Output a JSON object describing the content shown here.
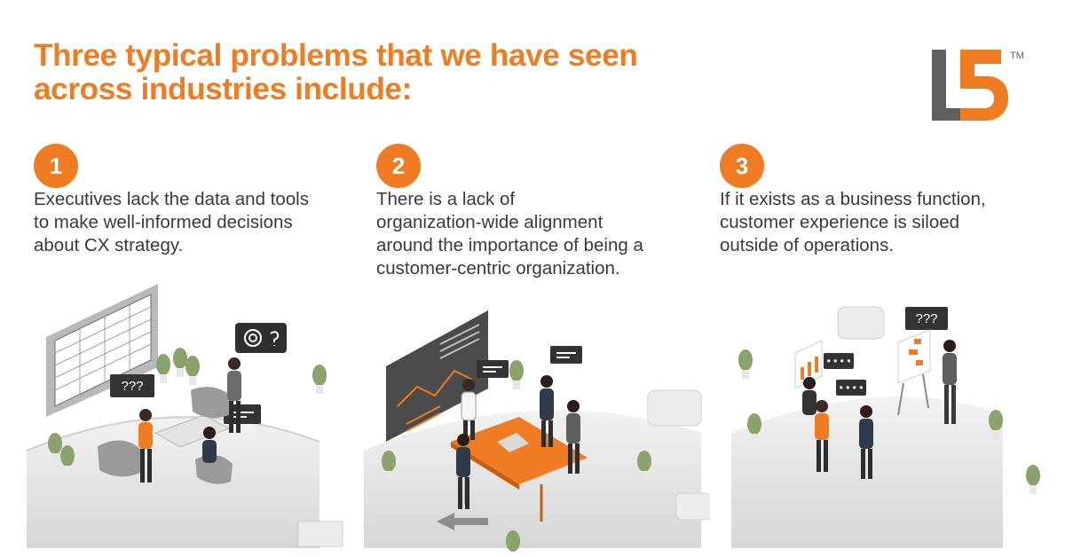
{
  "headline": {
    "line1": "Three typical problems that we have seen",
    "line2": "across industries include:"
  },
  "logo": {
    "text": "L5",
    "trademark": "TM"
  },
  "problems": [
    {
      "number": "1",
      "lines": [
        "Executives lack the data and tools",
        "to make well-informed decisions",
        "about CX strategy."
      ],
      "bubbles": [
        "???"
      ]
    },
    {
      "number": "2",
      "lines": [
        "There is a lack of",
        "organization-wide alignment",
        "around the importance of being a",
        "customer-centric organization."
      ]
    },
    {
      "number": "3",
      "lines": [
        "If it exists as a business function,",
        "customer experience is siloed",
        "outside of operations."
      ],
      "bubbles": [
        "???"
      ]
    }
  ],
  "colors": {
    "accent": "#ef7c22",
    "text": "#3a3a3a",
    "logo_gray": "#5f5f5f",
    "platform": "#e9e9e9"
  }
}
